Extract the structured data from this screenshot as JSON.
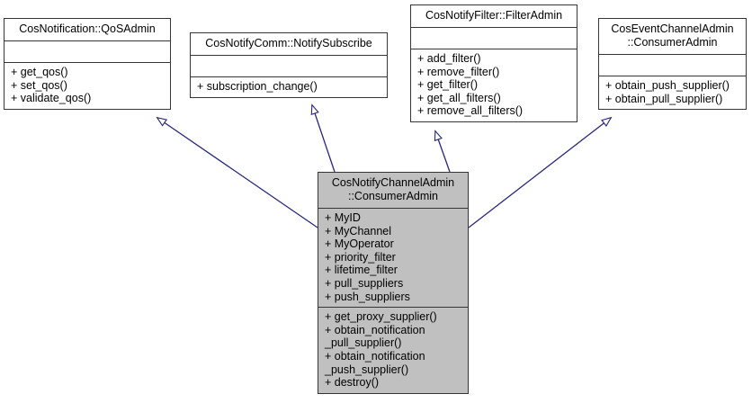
{
  "diagram": {
    "type": "uml-class-inheritance",
    "background_color": "#ffffff",
    "edge_color": "#26267f",
    "derived_fill": "#c0c0c0",
    "base_fill": "#ffffff",
    "border_color": "#363636"
  },
  "nodes": [
    {
      "id": "qos-admin",
      "title": "CosNotification::QoSAdmin",
      "attributes": [],
      "operations": [
        "+ get_qos()",
        "+ set_qos()",
        "+ validate_qos()"
      ],
      "highlighted": false
    },
    {
      "id": "notify-subscribe",
      "title": "CosNotifyComm::NotifySubscribe",
      "attributes": [],
      "operations": [
        "+ subscription_change()"
      ],
      "highlighted": false
    },
    {
      "id": "filter-admin",
      "title": "CosNotifyFilter::FilterAdmin",
      "attributes": [],
      "operations": [
        "+ add_filter()",
        "+ remove_filter()",
        "+ get_filter()",
        "+ get_all_filters()",
        "+ remove_all_filters()"
      ],
      "highlighted": false
    },
    {
      "id": "event-channel-consumer-admin",
      "title": "CosEventChannelAdmin\n::ConsumerAdmin",
      "attributes": [],
      "operations": [
        "+ obtain_push_supplier()",
        "+ obtain_pull_supplier()"
      ],
      "highlighted": false
    },
    {
      "id": "notify-channel-consumer-admin",
      "title": "CosNotifyChannelAdmin\n::ConsumerAdmin",
      "attributes": [
        "+ MyID",
        "+ MyChannel",
        "+ MyOperator",
        "+ priority_filter",
        "+ lifetime_filter",
        "+ pull_suppliers",
        "+ push_suppliers"
      ],
      "operations": [
        "+ get_proxy_supplier()",
        "+ obtain_notification",
        "_pull_supplier()",
        "+ obtain_notification",
        "_push_supplier()",
        "+ destroy()"
      ],
      "highlighted": true
    }
  ],
  "edges": [
    {
      "from": "notify-channel-consumer-admin",
      "to": "qos-admin",
      "kind": "generalization"
    },
    {
      "from": "notify-channel-consumer-admin",
      "to": "notify-subscribe",
      "kind": "generalization"
    },
    {
      "from": "notify-channel-consumer-admin",
      "to": "filter-admin",
      "kind": "generalization"
    },
    {
      "from": "notify-channel-consumer-admin",
      "to": "event-channel-consumer-admin",
      "kind": "generalization"
    }
  ]
}
